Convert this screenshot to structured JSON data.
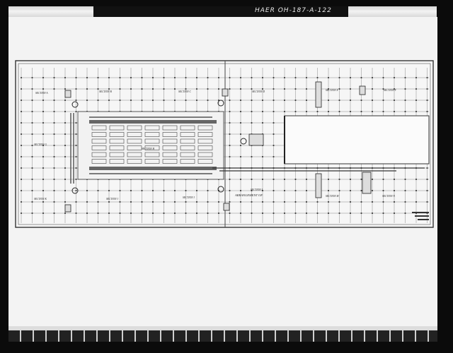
{
  "photo_id": "HAER  OH-187-A-122",
  "drawing": {
    "title_lines": [
      "ARRANGEMENT OF ",
      "",
      "",
      ""
    ],
    "bay_labels": [
      "SECTION A",
      "SECTION B",
      "SECTION C",
      "SECTION D",
      "SECTION E",
      "SECTION F",
      "SECTION G",
      "SECTION H",
      "SECTION I",
      "SECTION J",
      "SECTION K",
      "SECTION L",
      "SECTION M",
      "SECTION N"
    ]
  }
}
